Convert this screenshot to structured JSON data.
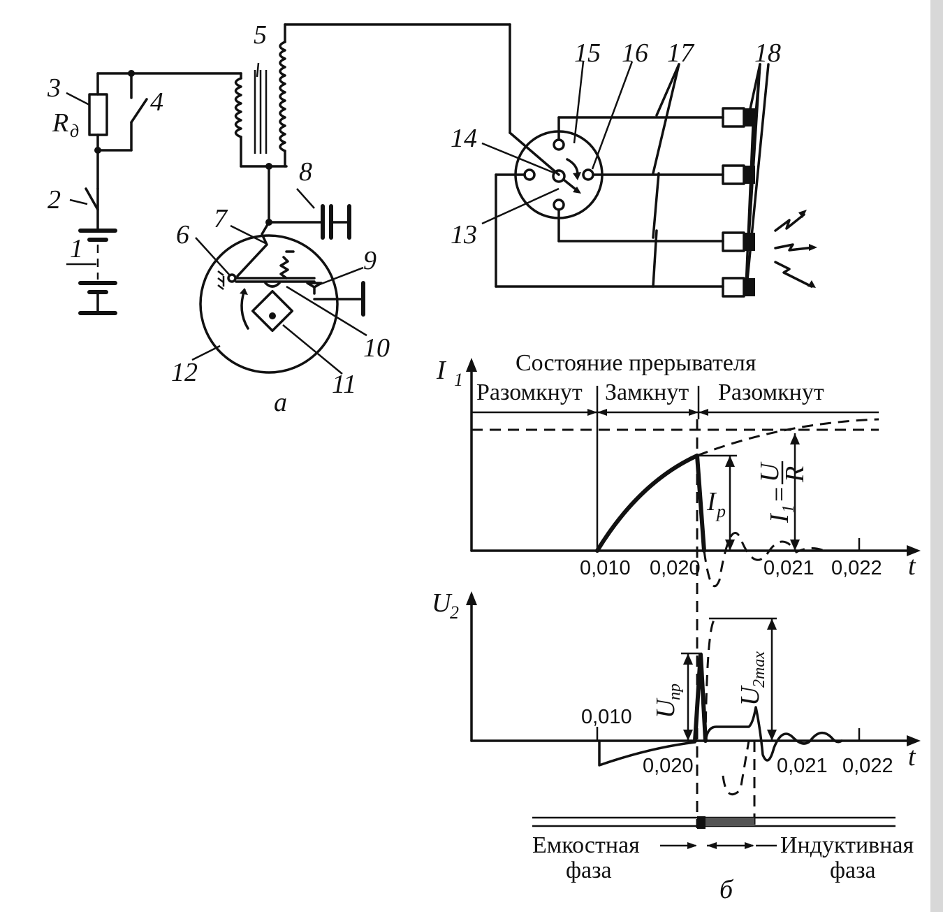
{
  "panel_a": {
    "label": "а",
    "numbers": [
      "1",
      "2",
      "3",
      "4",
      "5",
      "6",
      "7",
      "8",
      "9",
      "10",
      "11",
      "12",
      "13",
      "14",
      "15",
      "16",
      "17",
      "18"
    ],
    "resistor_symbol": "R",
    "resistor_subscript": "д"
  },
  "panel_b": {
    "label": "б",
    "state_title": "Состояние прерывателя",
    "states": [
      "Разомкнут",
      "Замкнут",
      "Разомкнут"
    ],
    "i1_axis": "I",
    "i1_sub": "1",
    "u2_axis": "U",
    "u2_sub": "2",
    "t_axis": "t",
    "i1_ticks": [
      "0,010",
      "0,020",
      "0,021",
      "0,022"
    ],
    "u2_ticks": [
      "0,010",
      "0,020",
      "0,021",
      "0,022"
    ],
    "ip_label": "I",
    "ip_sub": "р",
    "formula_lhs": "I",
    "formula_lhs_sub": "1",
    "formula_num": "U",
    "formula_den": "R",
    "upr_label": "U",
    "upr_sub": "пр",
    "u2max_label": "U",
    "u2max_sub": "2max",
    "phase_cap_1": "Емкостная",
    "phase_cap_2": "фаза",
    "phase_ind_1": "Индуктивная",
    "phase_ind_2": "фаза"
  }
}
